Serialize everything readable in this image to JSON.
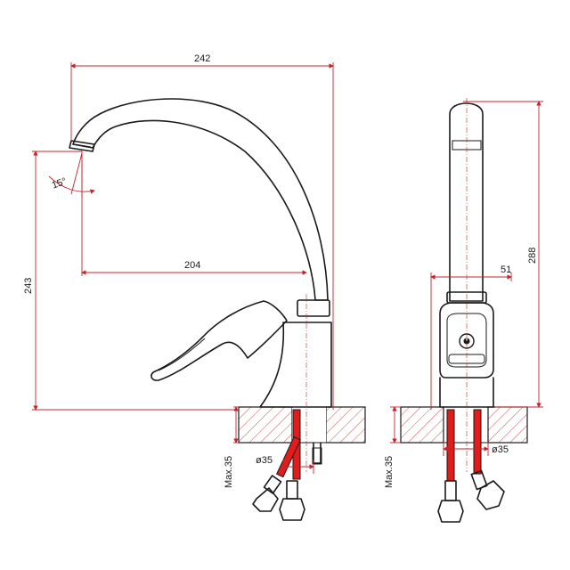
{
  "dimensions": {
    "width_total": "242",
    "height_total": "243",
    "reach": "204",
    "angle": "15°",
    "max_left": "Max.35",
    "dia_left": "ø35",
    "height_side": "288",
    "offset_side": "51",
    "max_right": "Max.35",
    "dia_right": "ø35"
  },
  "colors": {
    "dimension_lines": "#c0262d",
    "hoses": "#e21b1b",
    "outline": "#1a1a1a"
  }
}
